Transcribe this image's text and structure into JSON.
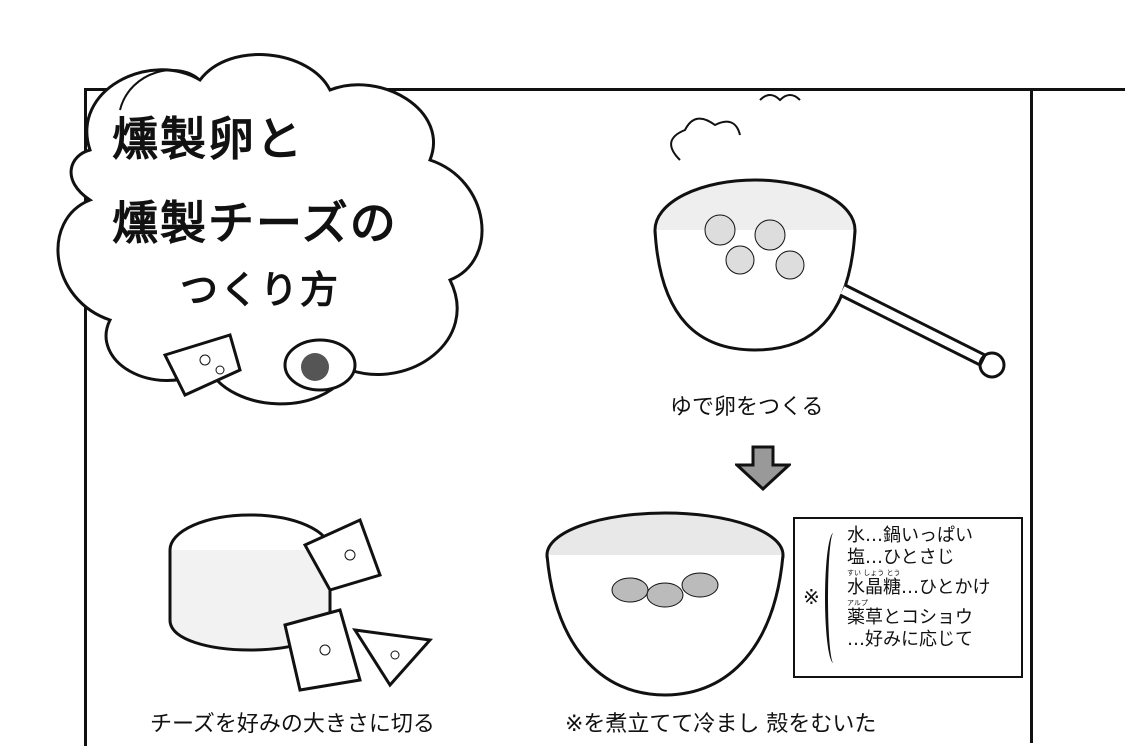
{
  "title": {
    "line1": "燻製卵と",
    "line2": "燻製チーズの",
    "line3": "つくり方"
  },
  "steps": {
    "boil_eggs": "ゆで卵をつくる",
    "cut_cheese": "チーズを好みの大きさに切る",
    "soak": "※を煮立てて冷まし 殻をむいた"
  },
  "ingredients": {
    "mark": "※",
    "items": [
      {
        "text": "水…鍋いっぱい"
      },
      {
        "text": "塩…ひとさじ"
      },
      {
        "base": "水晶糖",
        "ruby": "すい しょう とう",
        "rest": "…ひとかけ"
      },
      {
        "base": "薬草",
        "ruby": "アルプ",
        "rest": "とコショウ"
      },
      {
        "text": "…好みに応じて"
      }
    ]
  }
}
